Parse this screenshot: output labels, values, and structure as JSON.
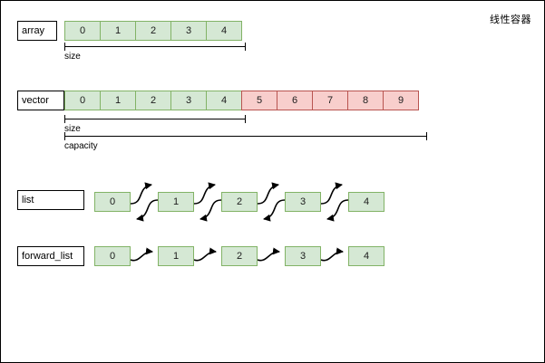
{
  "title": "线性容器",
  "colors": {
    "used_fill": "#d5e8d4",
    "used_border": "#82b366",
    "spare_fill": "#f8cecc",
    "spare_border": "#b85450",
    "stroke": "#000000",
    "background": "#ffffff"
  },
  "rows": [
    {
      "id": "array",
      "label": "array",
      "kind": "contiguous",
      "used": [
        "0",
        "1",
        "2",
        "3",
        "4"
      ],
      "spare": [],
      "brackets": [
        {
          "id": "array-size",
          "label": "size",
          "spans_cells": 5
        }
      ]
    },
    {
      "id": "vector",
      "label": "vector",
      "kind": "contiguous",
      "used": [
        "0",
        "1",
        "2",
        "3",
        "4"
      ],
      "spare": [
        "5",
        "6",
        "7",
        "8",
        "9"
      ],
      "brackets": [
        {
          "id": "vector-size",
          "label": "size",
          "spans_cells": 5
        },
        {
          "id": "vector-capacity",
          "label": "capacity",
          "spans_cells": 10
        }
      ]
    },
    {
      "id": "list",
      "label": "list",
      "kind": "doubly-linked",
      "nodes": [
        "0",
        "1",
        "2",
        "3",
        "4"
      ],
      "link_style": "bidirectional"
    },
    {
      "id": "forward_list",
      "label": "forward_list",
      "kind": "singly-linked",
      "nodes": [
        "0",
        "1",
        "2",
        "3",
        "4"
      ],
      "link_style": "forward"
    }
  ]
}
